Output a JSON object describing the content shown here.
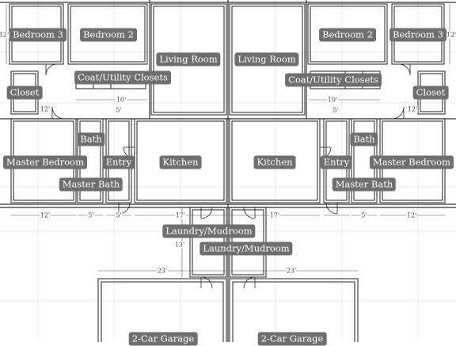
{
  "labels": {
    "bedroom3_l": "Bedroom 3",
    "bedroom2_l": "Bedroom 2",
    "living_l": "Living Room",
    "living_r": "Living Room",
    "bedroom2_r": "Bedroom 2",
    "bedroom3_r": "Bedroom 3",
    "closets_l": "Coat/Utility Closets",
    "closets_r": "Coat/Utility Closets",
    "closet_l": "Closet",
    "closet_r": "Closet",
    "bath_l": "Bath",
    "bath_r": "Bath",
    "master_l": "Master Bedroom",
    "master_r": "Master Bedroom",
    "entry_l": "Entry",
    "entry_r": "Entry",
    "kitchen_l": "Kitchen",
    "kitchen_r": "Kitchen",
    "masterbath_l": "Master Bath",
    "masterbath_r": "Master Bath",
    "laundry_l": "Laundry/Mudroom",
    "laundry_r": "Laundry/Mudroom",
    "garage_l": "2-Car Garage",
    "garage_r": "2-Car Garage"
  },
  "dimensions": {
    "d12_left_top": "12'",
    "d10_left": "10'",
    "d5_left_mid": "5'",
    "d12_left_mid": "12'",
    "d10_right": "10'",
    "d5_right_mid": "5'",
    "d12_right_mid": "12'",
    "d12_right_top": "12'",
    "d12_bottom_l": "12'",
    "d5_bottom_l": "5'",
    "d5b_bottom_l": "5'",
    "d17_l": "17'",
    "d17_r": "17'",
    "d5_bottom_r": "5'",
    "d12_bottom_r": "12'",
    "d13": "13'",
    "d23_l": "23'",
    "d23_r": "23'"
  }
}
